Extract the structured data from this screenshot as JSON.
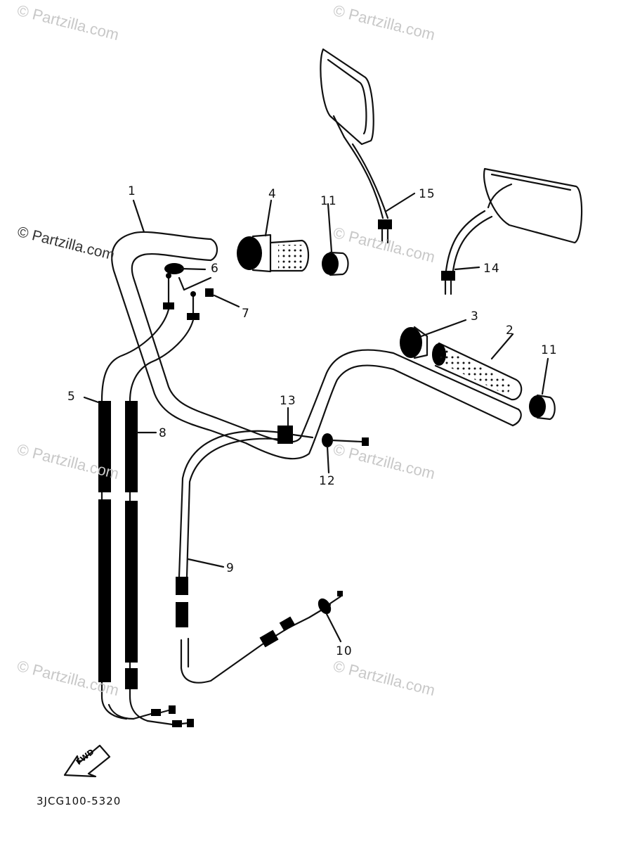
{
  "watermarks": [
    "© Partzilla.com",
    "© Partzilla.com",
    "© Partzilla.com",
    "© Partzilla.com",
    "© Partzilla.com",
    "© Partzilla.com",
    "© Partzilla.com",
    "© Partzilla.com"
  ],
  "callouts": {
    "c1": "1",
    "c2": "2",
    "c3": "3",
    "c4": "4",
    "c5": "5",
    "c6": "6",
    "c7": "7",
    "c8": "8",
    "c9": "9",
    "c10": "10",
    "c11a": "11",
    "c11b": "11",
    "c12": "12",
    "c13": "13",
    "c14": "14",
    "c15": "15"
  },
  "fwd_arrow_text": "FWD",
  "diagram_code": "3JCG100-5320"
}
